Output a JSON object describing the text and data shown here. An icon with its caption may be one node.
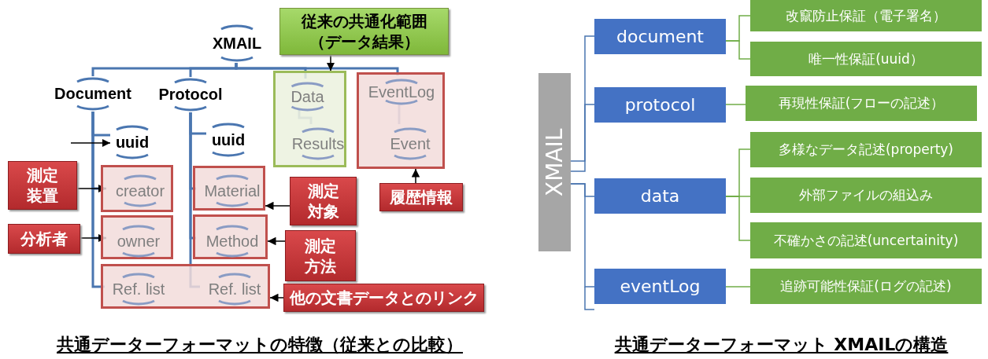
{
  "diagram": {
    "nodes": [
      {
        "text": [
          "XMAIL"
        ]
      },
      {
        "text": [
          "従来の共通化範囲（データ結果）"
        ]
      },
      {
        "text": [
          "Document"
        ]
      },
      {
        "text": [
          "Protocol"
        ]
      },
      {
        "text": [],
        "shape": "box"
      },
      {
        "text": [
          "Data"
        ],
        "in": 4
      },
      {
        "text": [
          "Results"
        ],
        "in": 4
      },
      {
        "text": [],
        "shape": "box"
      },
      {
        "text": [
          "EventLog"
        ],
        "in": 7
      },
      {
        "text": [
          "Event"
        ],
        "in": 7
      },
      {
        "text": [
          "uuid"
        ]
      },
      {
        "text": [
          "uuid"
        ]
      },
      {
        "text": [
          "測定装置"
        ]
      },
      {
        "text": [],
        "shape": "box"
      },
      {
        "text": [
          "creator"
        ],
        "in": 13
      },
      {
        "text": [],
        "shape": "box"
      },
      {
        "text": [
          "Material"
        ],
        "in": 15
      },
      {
        "text": [
          "測定対象"
        ]
      },
      {
        "text": [
          "履歴情報"
        ]
      },
      {
        "text": [
          "分析者"
        ]
      },
      {
        "text": [],
        "shape": "box"
      },
      {
        "text": [
          "owner"
        ],
        "in": 20
      },
      {
        "text": [],
        "shape": "box"
      },
      {
        "text": [
          "Method"
        ],
        "in": 22
      },
      {
        "text": [
          "測定方法"
        ]
      },
      {
        "text": [],
        "shape": "box"
      },
      {
        "text": [
          "Ref. list"
        ],
        "in": 25
      },
      {
        "text": [
          "Ref. list"
        ],
        "in": 25
      },
      {
        "text": [
          "他の文書データとのリンク"
        ]
      },
      {
        "text": [
          "XMAIL"
        ]
      },
      {
        "text": [
          "document"
        ]
      },
      {
        "text": [
          "改竄防止保証（電子署名）"
        ]
      },
      {
        "text": [
          "唯一性保証(uuid）"
        ]
      },
      {
        "text": [
          "protocol"
        ]
      },
      {
        "text": [
          "再現性保証(フローの記述）"
        ]
      },
      {
        "text": [
          "多様なデータ記述(property)"
        ]
      },
      {
        "text": [
          "data"
        ]
      },
      {
        "text": [
          "外部ファイルの組込み"
        ]
      },
      {
        "text": [
          "不確かさの記述(uncertainity)"
        ]
      },
      {
        "text": [
          "eventLog"
        ]
      },
      {
        "text": [
          "追跡可能性保証(ログの記述)"
        ]
      }
    ],
    "edges": [
      {
        "from": 0,
        "to": 2,
        "arrow": "none"
      },
      {
        "from": 0,
        "to": 3,
        "arrow": "none"
      },
      {
        "from": 0,
        "to": 5,
        "arrow": "none"
      },
      {
        "from": 0,
        "to": 8,
        "arrow": "none"
      },
      {
        "from": 2,
        "to": 10,
        "arrow": "none"
      },
      {
        "from": 2,
        "to": 14,
        "arrow": "none"
      },
      {
        "from": 2,
        "to": 21,
        "arrow": "none"
      },
      {
        "from": 2,
        "to": 26,
        "arrow": "none"
      },
      {
        "from": 3,
        "to": 11,
        "arrow": "none"
      },
      {
        "from": 3,
        "to": 16,
        "arrow": "none"
      },
      {
        "from": 3,
        "to": 23,
        "arrow": "none"
      },
      {
        "from": 3,
        "to": 27,
        "arrow": "none"
      },
      {
        "from": 5,
        "to": 6,
        "arrow": "none",
        "color": "#8a9cc4"
      },
      {
        "from": 8,
        "to": 9,
        "arrow": "none",
        "color": "#8a9cc4"
      },
      {
        "from": null,
        "to": 10,
        "arrow": "to",
        "color": "#000000"
      },
      {
        "from": 12,
        "to": 14,
        "arrow": "to",
        "color": "#000000"
      },
      {
        "from": 19,
        "to": 21,
        "arrow": "to",
        "color": "#000000"
      },
      {
        "from": 17,
        "to": 15,
        "arrow": "to",
        "color": "#000000"
      },
      {
        "from": 24,
        "to": 22,
        "arrow": "to",
        "color": "#000000"
      },
      {
        "from": 28,
        "to": 25,
        "arrow": "to",
        "color": "#000000"
      },
      {
        "from": 18,
        "to": 7,
        "arrow": "to",
        "color": "#000000"
      },
      {
        "from": 1,
        "to": 4,
        "arrow": "to",
        "color": "#000000"
      },
      {
        "from": 29,
        "to": 30,
        "arrow": "none"
      },
      {
        "from": 29,
        "to": 33,
        "arrow": "none"
      },
      {
        "from": 29,
        "to": 36,
        "arrow": "none"
      },
      {
        "from": 29,
        "to": 39,
        "arrow": "none"
      },
      {
        "from": 30,
        "to": 31,
        "arrow": "none",
        "color": "#70ad47"
      },
      {
        "from": 30,
        "to": 32,
        "arrow": "none",
        "color": "#70ad47"
      },
      {
        "from": 33,
        "to": 34,
        "arrow": "none",
        "color": "#70ad47"
      },
      {
        "from": 36,
        "to": 35,
        "arrow": "none",
        "color": "#70ad47"
      },
      {
        "from": 36,
        "to": 37,
        "arrow": "none",
        "color": "#70ad47"
      },
      {
        "from": 36,
        "to": 38,
        "arrow": "none",
        "color": "#70ad47"
      },
      {
        "from": 39,
        "to": 40,
        "arrow": "none",
        "color": "#70ad47"
      }
    ],
    "labels": [
      "共通データーフォーマットの特徴（従来との比較）",
      "共通データーフォーマット XMAILの構造"
    ]
  }
}
